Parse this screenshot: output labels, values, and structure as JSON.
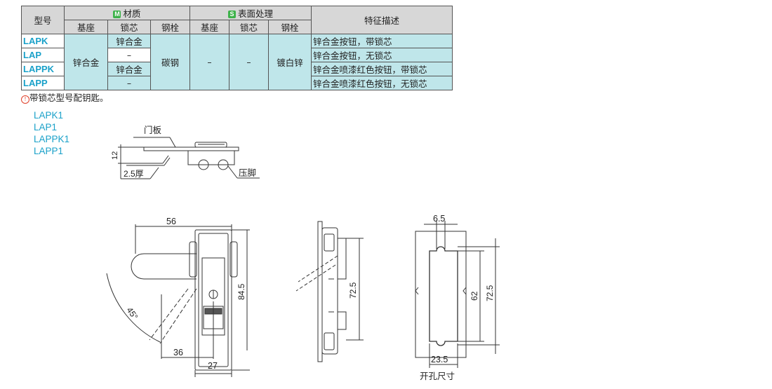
{
  "table": {
    "h_model": "型号",
    "h_material": "材质",
    "h_surface": "表面处理",
    "h_feature": "特征描述",
    "badge_m": "M",
    "badge_s": "S",
    "badge_m_color": "#3db24a",
    "badge_s_color": "#3db24a",
    "sub_base": "基座",
    "sub_core": "锁芯",
    "sub_bolt": "钢栓",
    "sub_base2": "基座",
    "sub_core2": "锁芯",
    "sub_bolt2": "钢栓",
    "rows": [
      {
        "code": "LAPK",
        "core": "锌合金",
        "feature": "锌合金按钮，带锁芯"
      },
      {
        "code": "LAP",
        "core": "–",
        "feature": "锌合金按钮，无锁芯"
      },
      {
        "code": "LAPPK",
        "core": "锌合金",
        "feature": "锌合金喷漆红色按钮，带锁芯"
      },
      {
        "code": "LAPP",
        "core": "–",
        "feature": "锌合金喷漆红色按钮，无锁芯"
      }
    ],
    "base_value": "锌合金",
    "bolt_value": "碳钢",
    "s_base_value": "–",
    "s_core_value": "–",
    "s_bolt_value": "镀白锌"
  },
  "note": {
    "icon": "!",
    "text": "带锁芯型号配钥匙。"
  },
  "models": [
    "LAPK1",
    "LAP1",
    "LAPPK1",
    "LAPP1"
  ],
  "side_view": {
    "door_label": "门板",
    "dim_12": "12",
    "thickness": "2.5厚",
    "pad_label": "压脚"
  },
  "front_view": {
    "dim_56": "56",
    "angle": "45°",
    "dim_845": "84.5",
    "dim_36": "36",
    "dim_27": "27"
  },
  "profile_view": {
    "dim_725": "72.5"
  },
  "cutout_view": {
    "dim_65": "6.5",
    "dim_62": "62",
    "dim_725": "72.5",
    "dim_235": "23.5",
    "caption": "开孔尺寸"
  }
}
